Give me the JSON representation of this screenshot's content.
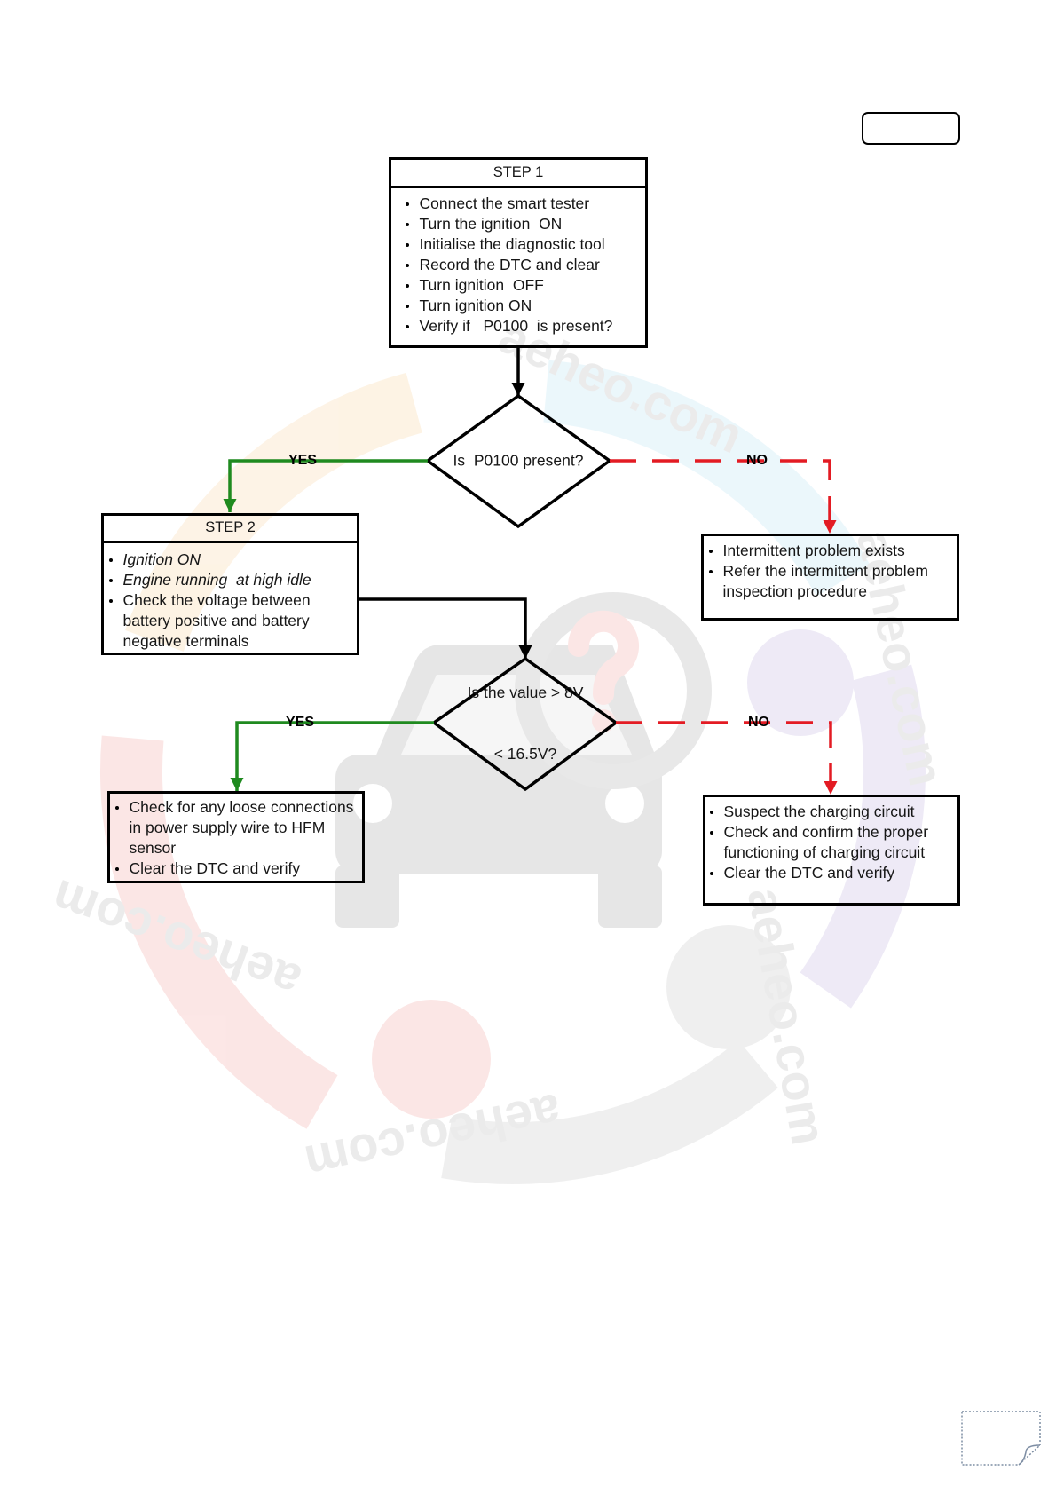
{
  "step1": {
    "title": "STEP 1",
    "items": [
      "Connect the smart tester",
      "Turn the ignition  ON",
      "Initialise the diagnostic tool",
      "Record the DTC and clear",
      "Turn ignition  OFF",
      "Turn ignition ON",
      "Verify if   P0100  is present?"
    ]
  },
  "decision1": {
    "text": "Is  P0100 present?",
    "yes_label": "YES",
    "no_label": "NO"
  },
  "step2": {
    "title": "STEP 2",
    "items": [
      "Ignition ON",
      "Engine running  at high idle",
      "Check the voltage between battery positive and battery negative terminals"
    ]
  },
  "no_result1": {
    "items": [
      "Intermittent problem exists",
      "Refer the intermittent problem inspection procedure"
    ]
  },
  "decision2": {
    "lines": [
      "Is the value > 8V",
      "< 16.5V?"
    ],
    "yes_label": "YES",
    "no_label": "NO"
  },
  "yes_result2": {
    "items": [
      "Check for any loose connections in power supply wire to HFM sensor",
      "Clear the DTC and verify"
    ]
  },
  "no_result2": {
    "items": [
      "Suspect the charging circuit",
      "Check and confirm the proper functioning of charging circuit",
      "Clear the DTC and verify"
    ]
  },
  "colors": {
    "yes_path": "#1f8a1f",
    "no_path": "#e31b23",
    "line": "#000000"
  },
  "watermark": {
    "text": "aeheo.com"
  },
  "icons": {
    "page_corner": "page-curl-icon"
  }
}
